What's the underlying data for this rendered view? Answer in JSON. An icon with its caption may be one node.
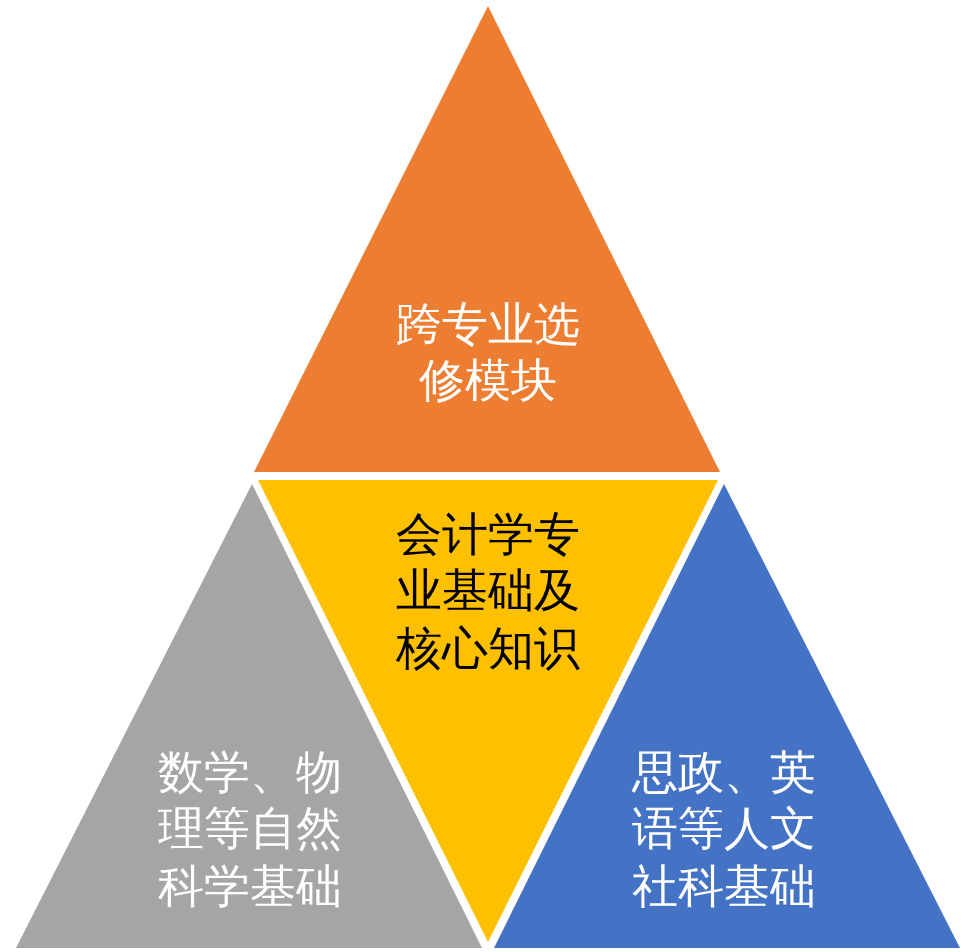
{
  "diagram": {
    "nodes": [
      {
        "text": [
          "跨专业选修模块"
        ]
      },
      {
        "text": [
          "会计学专业基础及核心知识"
        ]
      },
      {
        "text": [
          "数学、物理等自然科学基础"
        ]
      },
      {
        "text": [
          "思政、英语等人文社科基础"
        ]
      }
    ]
  }
}
